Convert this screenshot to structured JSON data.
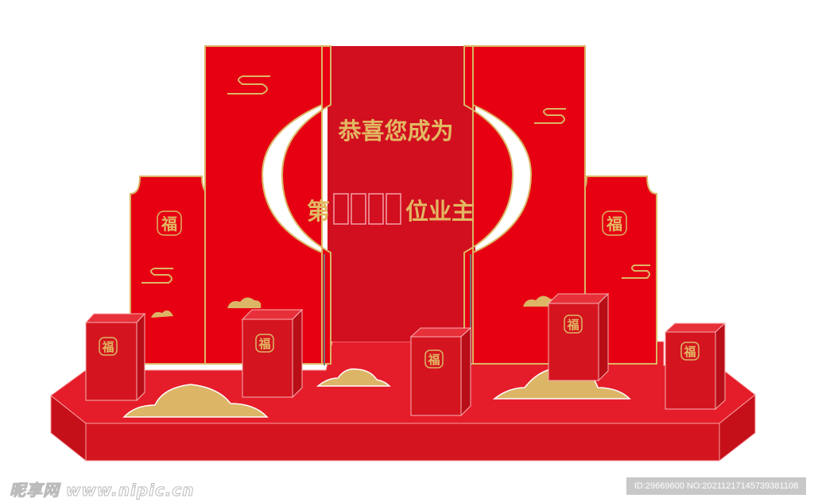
{
  "headline": "恭喜您成为",
  "subline_prefix": "第",
  "subline_suffix": "位业主",
  "seal_glyph": "福",
  "watermark": {
    "site": "昵享网 www.nipic.cn",
    "id": "ID:29669600 NO:20211217145739381108"
  },
  "colors": {
    "red": "#e60012",
    "center_red": "#d10f1f",
    "gold": "#dcb566",
    "platform_top": "#e51d2a",
    "platform_front": "#d4151f"
  }
}
